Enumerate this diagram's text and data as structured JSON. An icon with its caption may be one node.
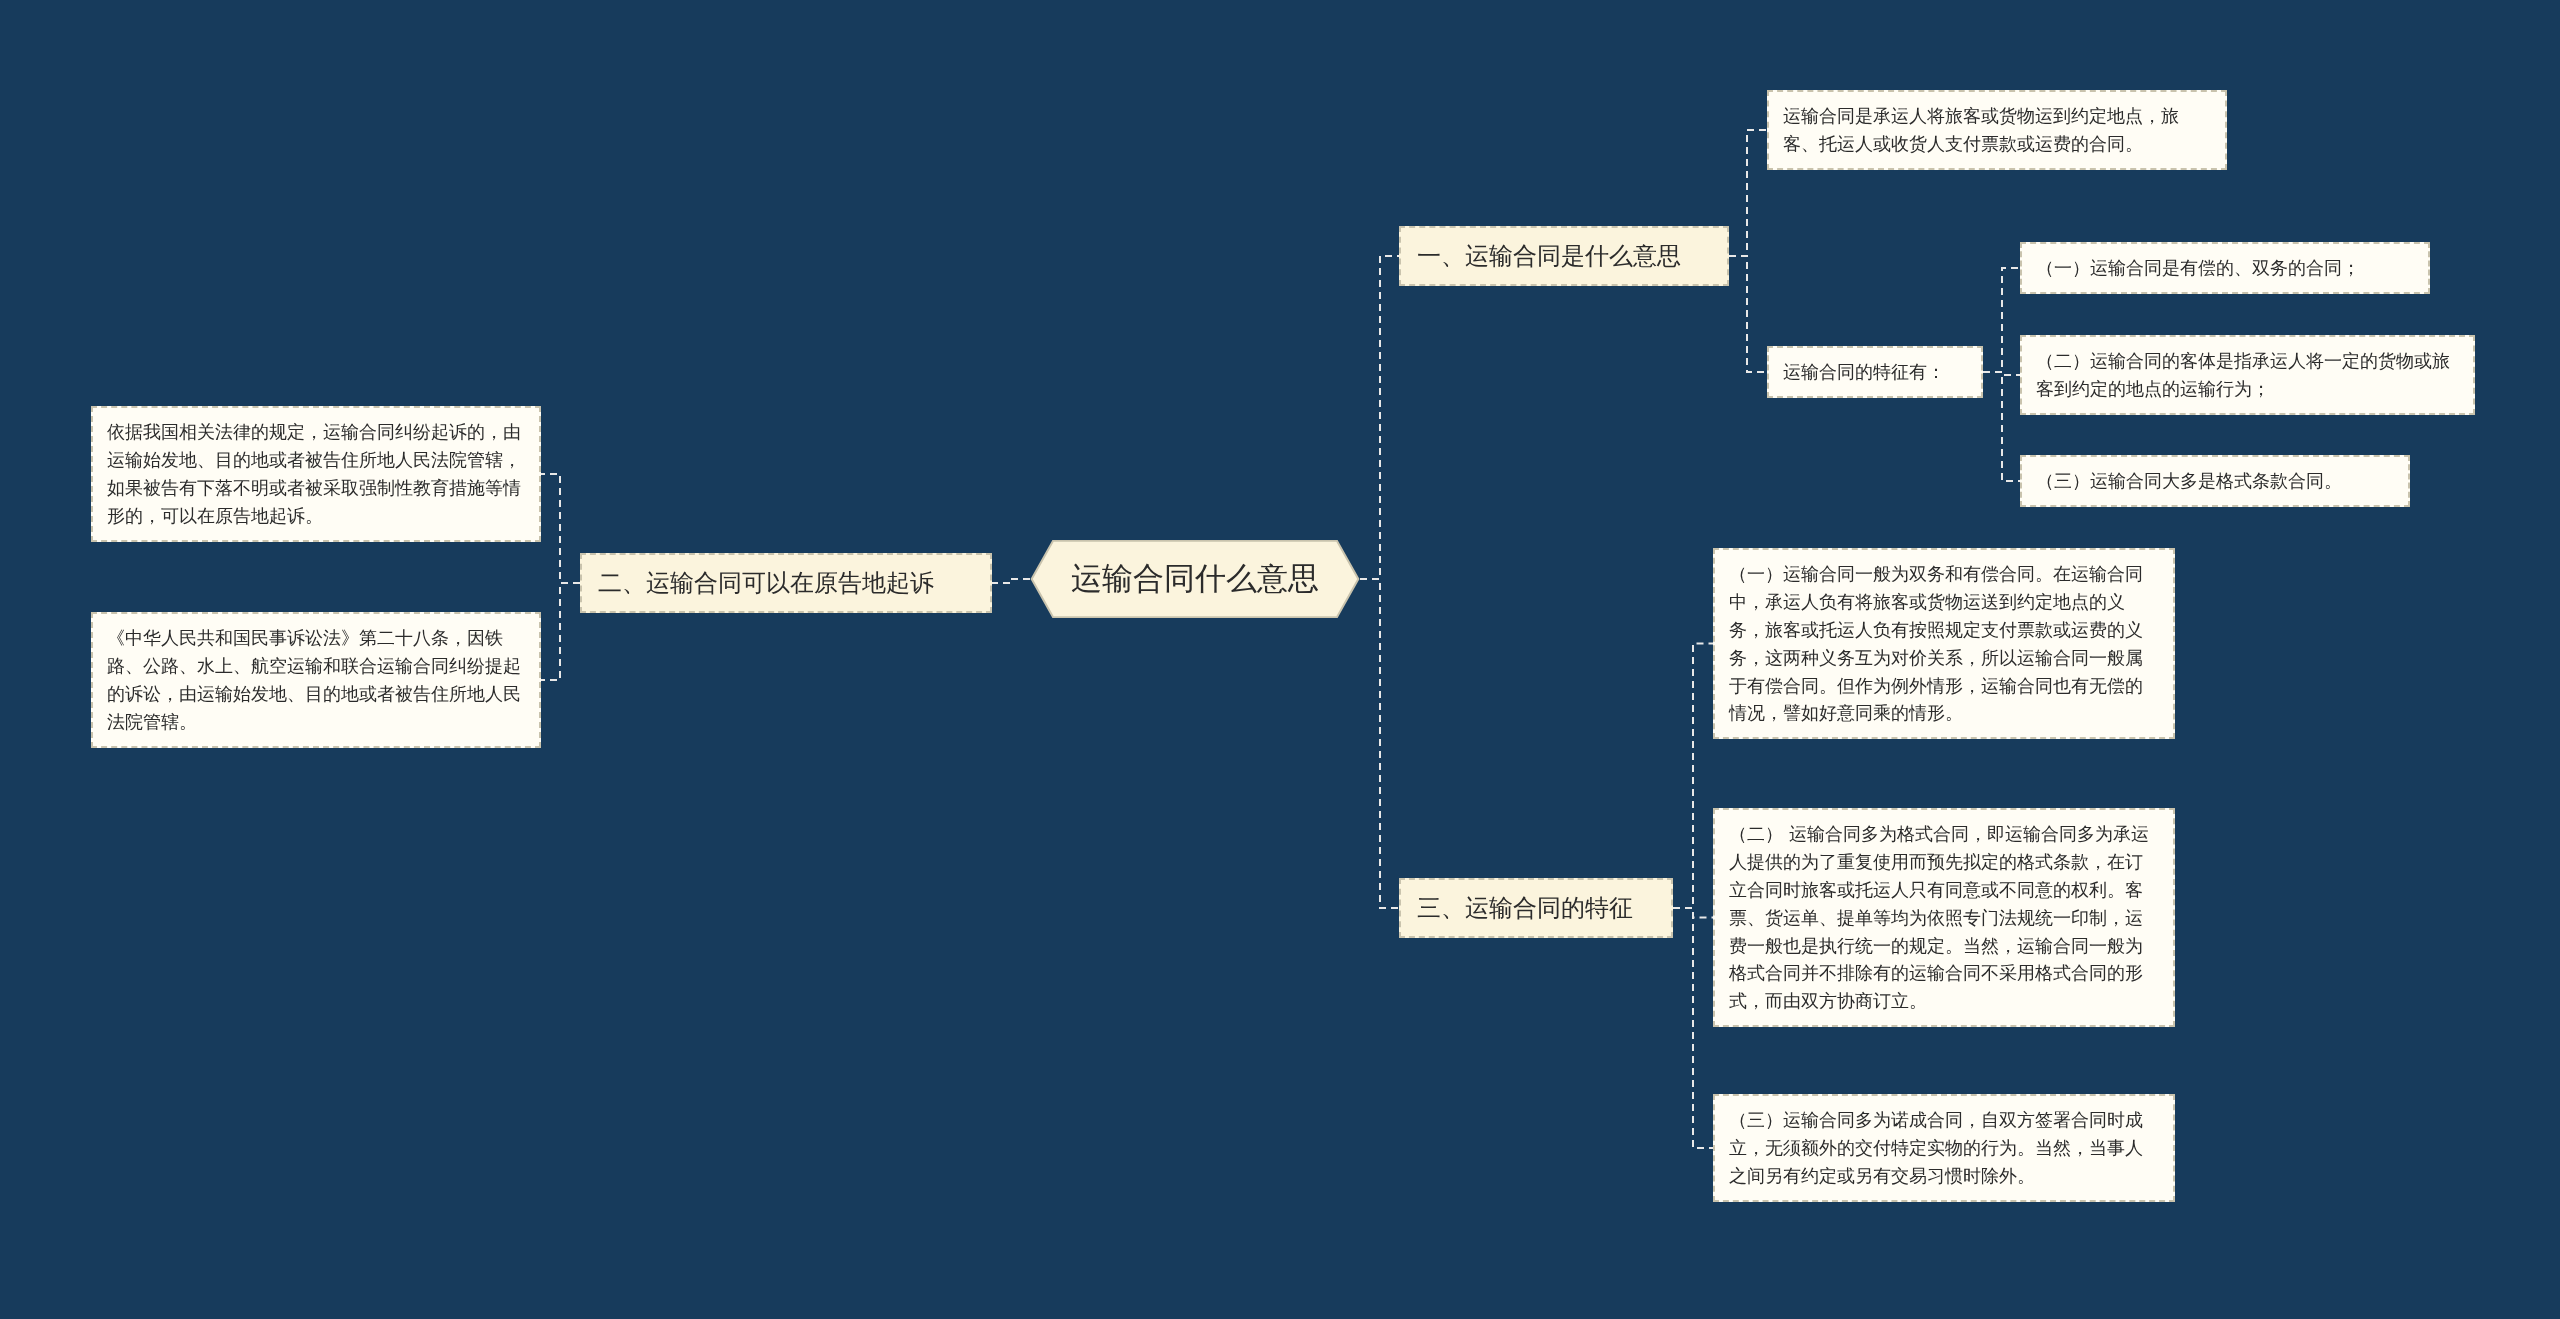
{
  "diagram": {
    "nodes": [
      {
        "text": [
          "运输合同什么意思"
        ]
      },
      {
        "text": [
          "一、运输合同是什么意思"
        ]
      },
      {
        "text": [
          "运输合同是承运人将旅客或货物运到约定地点，旅客、托运人或收货人支付票款或运费的合同。"
        ]
      },
      {
        "text": [
          "运输合同的特征有："
        ]
      },
      {
        "text": [
          "（一）运输合同是有偿的、双务的合同；"
        ]
      },
      {
        "text": [
          "（二）运输合同的客体是指承运人将一定的货物或旅客到约定的地点的运输行为；"
        ]
      },
      {
        "text": [
          "（三）运输合同大多是格式条款合同。"
        ]
      },
      {
        "text": [
          "二、运输合同可以在原告地起诉"
        ]
      },
      {
        "text": [
          "依据我国相关法律的规定，运输合同纠纷起诉的，由运输始发地、目的地或者被告住所地人民法院管辖，如果被告有下落不明或者被采取强制性教育措施等情形的，可以在原告地起诉。"
        ]
      },
      {
        "text": [
          "《中华人民共和国民事诉讼法》第二十八条，因铁路、公路、水上、航空运输和联合运输合同纠纷提起的诉讼，由运输始发地、目的地或者被告住所地人民法院管辖。"
        ]
      },
      {
        "text": [
          "三、运输合同的特征"
        ]
      },
      {
        "text": [
          "（一）运输合同一般为双务和有偿合同。在运输合同中，承运人负有将旅客或货物运送到约定地点的义务，旅客或托运人负有按照规定支付票款或运费的义务，这两种义务互为对价关系，所以运输合同一般属于有偿合同。但作为例外情形，运输合同也有无偿的情况，譬如好意同乘的情形。"
        ]
      },
      {
        "text": [
          "（二） 运输合同多为格式合同，即运输合同多为承运人提供的为了重复使用而预先拟定的格式条款，在订立合同时旅客或托运人只有同意或不同意的权利。客票、货运单、提单等均为依照专门法规统一印制，运费一般也是执行统一的规定。当然，运输合同一般为格式合同并不排除有的运输合同不采用格式合同的形式，而由双方协商订立。"
        ]
      },
      {
        "text": [
          "（三）运输合同多为诺成合同，自双方签署合同时成立，无须额外的交付特定实物的行为。当然，当事人之间另有约定或另有交易习惯时除外。"
        ]
      }
    ],
    "edges": [
      {
        "from": 0,
        "to": 1,
        "arrow": "none",
        "style": "dashed"
      },
      {
        "from": 1,
        "to": 2,
        "arrow": "none",
        "style": "dashed"
      },
      {
        "from": 1,
        "to": 3,
        "arrow": "none",
        "style": "dashed"
      },
      {
        "from": 3,
        "to": 4,
        "arrow": "none",
        "style": "dashed"
      },
      {
        "from": 3,
        "to": 5,
        "arrow": "none",
        "style": "dashed"
      },
      {
        "from": 3,
        "to": 6,
        "arrow": "none",
        "style": "dashed"
      },
      {
        "from": 0,
        "to": 7,
        "arrow": "none",
        "style": "dashed"
      },
      {
        "from": 7,
        "to": 8,
        "arrow": "none",
        "style": "dashed"
      },
      {
        "from": 7,
        "to": 9,
        "arrow": "none",
        "style": "dashed"
      },
      {
        "from": 0,
        "to": 10,
        "arrow": "none",
        "style": "dashed"
      },
      {
        "from": 10,
        "to": 11,
        "arrow": "none",
        "style": "dashed"
      },
      {
        "from": 10,
        "to": 12,
        "arrow": "none",
        "style": "dashed"
      },
      {
        "from": 10,
        "to": 13,
        "arrow": "none",
        "style": "dashed"
      }
    ]
  }
}
